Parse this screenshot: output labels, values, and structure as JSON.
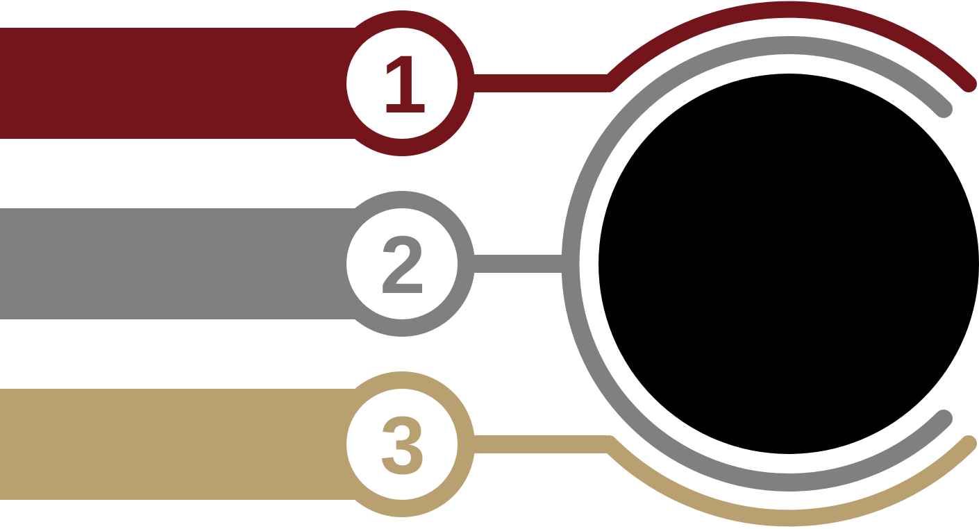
{
  "colors": {
    "red": "#74151c",
    "gray": "#808080",
    "gold": "#b9a070",
    "center": "#000000"
  },
  "steps": [
    {
      "number": "1",
      "color": "#74151c"
    },
    {
      "number": "2",
      "color": "#808080"
    },
    {
      "number": "3",
      "color": "#b9a070"
    }
  ]
}
